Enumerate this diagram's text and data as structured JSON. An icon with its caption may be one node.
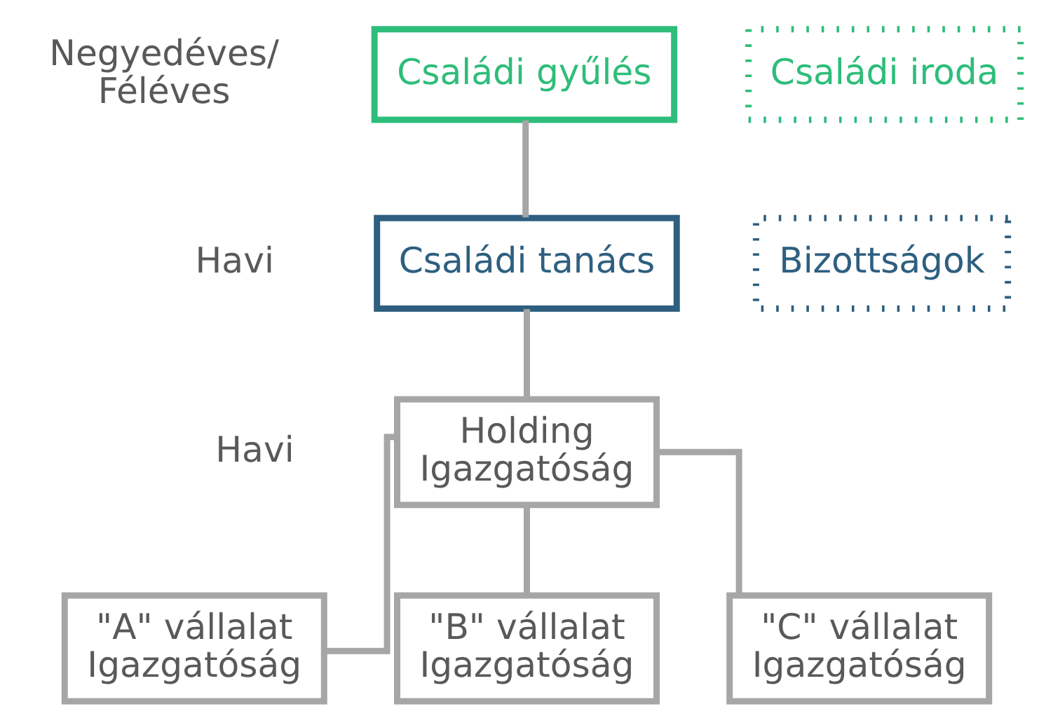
{
  "diagram": {
    "nodes": [
      {
        "text": [
          "Családi gyűlés"
        ],
        "beside": [
          "Negyedéves/ Féléves"
        ]
      },
      {
        "text": [
          "Családi iroda"
        ]
      },
      {
        "text": [
          "Családi tanács"
        ],
        "beside": [
          "Havi"
        ]
      },
      {
        "text": [
          "Bizottságok"
        ]
      },
      {
        "text": [
          "Holding Igazgatóság"
        ],
        "beside": [
          "Havi"
        ]
      },
      {
        "text": [
          "\"A\" vállalat Igazgatóság"
        ]
      },
      {
        "text": [
          "\"B\" vállalat Igazgatóság"
        ]
      },
      {
        "text": [
          "\"C\" vállalat Igazgatóság"
        ]
      }
    ],
    "edges": [
      {
        "from": 0,
        "to": 2,
        "arrow": "none"
      },
      {
        "from": 2,
        "to": 4,
        "arrow": "none"
      },
      {
        "from": 4,
        "to": 5,
        "arrow": "none"
      },
      {
        "from": 4,
        "to": 6,
        "arrow": "none"
      },
      {
        "from": 4,
        "to": 7,
        "arrow": "none"
      }
    ]
  }
}
